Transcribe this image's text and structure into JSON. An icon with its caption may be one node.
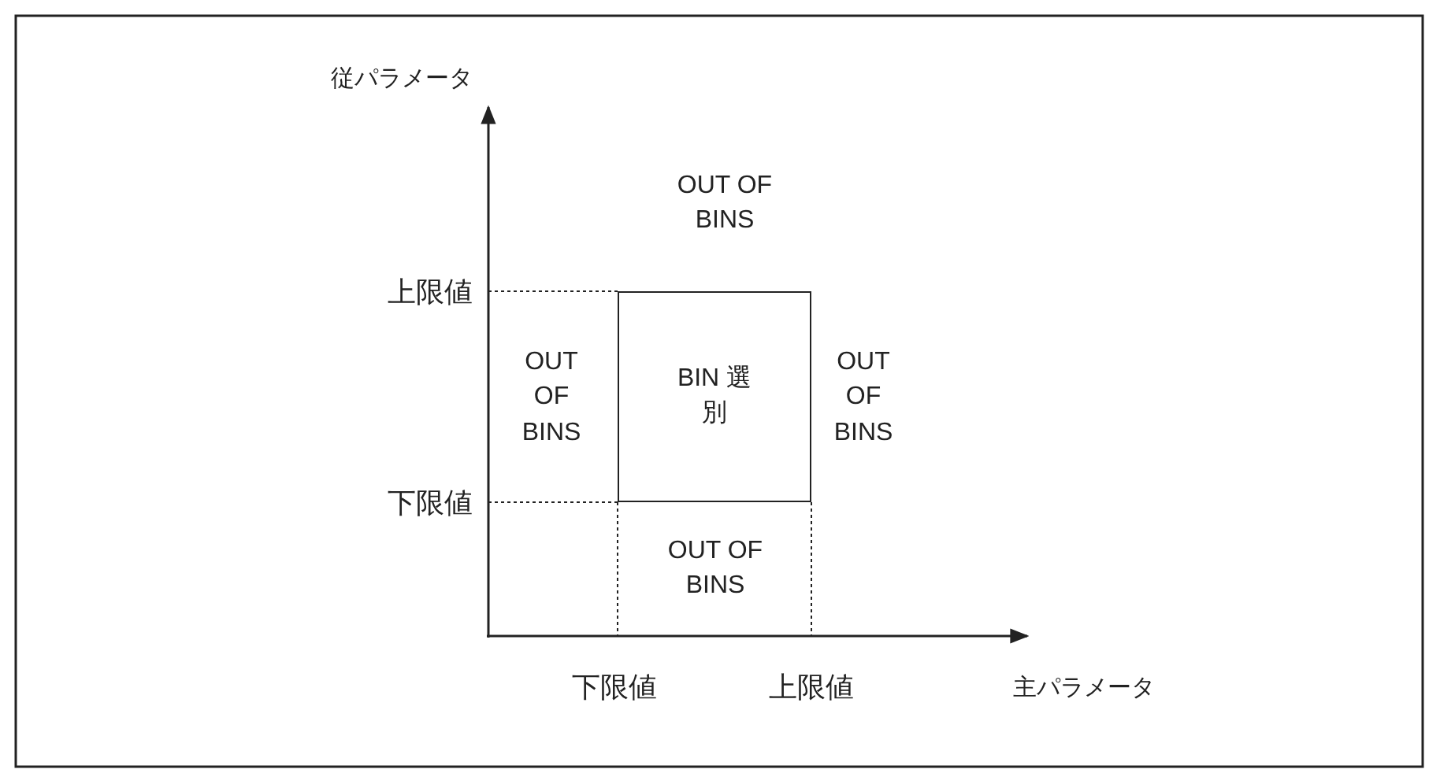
{
  "diagram": {
    "nodes": [
      {
        "text": [
          "BIN 選別"
        ]
      }
    ],
    "edges": [],
    "labels": [
      "従パラメータ",
      "OUT OF BINS",
      "上限値",
      "OUT OF BINS",
      "OUT OF BINS",
      "下限値",
      "OUT OF BINS",
      "下限値",
      "上限値",
      "主パラメータ"
    ]
  }
}
